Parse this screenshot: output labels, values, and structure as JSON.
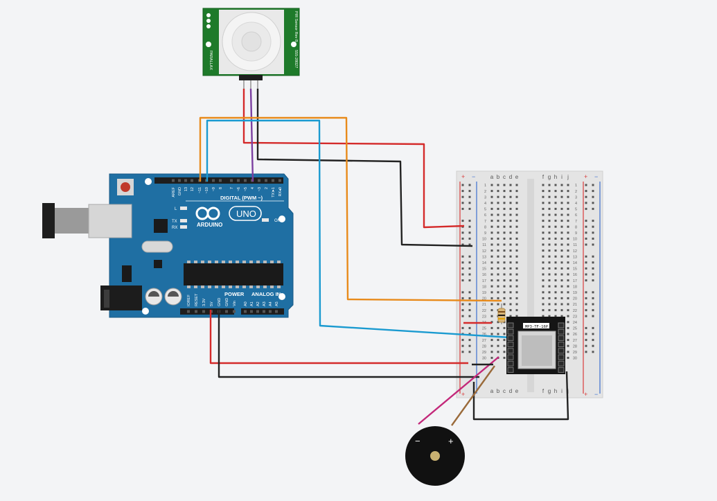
{
  "colors": {
    "background": "#f3f4f6",
    "arduino_board": "#1f6fa3",
    "pir_board": "#1e7a2a",
    "wire_red": "#d42a2a",
    "wire_black": "#222222",
    "wire_orange": "#e88a1a",
    "wire_blue": "#1a9ad0",
    "wire_purple": "#7b3fa0",
    "wire_pink": "#c3287a",
    "wire_brown": "#9a6a3a",
    "rail_red": "#d93b3b",
    "rail_blue": "#3a6fd0"
  },
  "pir_sensor": {
    "brand": "PARALLAX",
    "side_text": "PIR Sensor Rev B",
    "part_number": "555-28027"
  },
  "arduino": {
    "logo_text": "ARDUINO",
    "model": "UNO",
    "digital_header_label": "DIGITAL (PWM ~)",
    "power_label": "POWER",
    "analog_label": "ANALOG IN",
    "on_label": "ON",
    "led_labels": [
      "L",
      "TX",
      "RX"
    ],
    "top_pin_labels": [
      "AREF",
      "GND",
      "13",
      "12",
      "~11",
      "~10",
      "~9",
      "8",
      "7",
      "~6",
      "~5",
      "4",
      "~3",
      "2",
      "TX➤1",
      "RX◂0"
    ],
    "bottom_pin_labels": [
      "IOREF",
      "RESET",
      "3.3V",
      "5V",
      "GND",
      "GND",
      "Vin",
      "A0",
      "A1",
      "A2",
      "A3",
      "A4",
      "A5"
    ]
  },
  "breadboard": {
    "columns_left": [
      "a",
      "b",
      "c",
      "d",
      "e"
    ],
    "columns_right": [
      "f",
      "g",
      "h",
      "i",
      "j"
    ],
    "rows": 30,
    "rail_plus": "+",
    "rail_minus": "−"
  },
  "mp3_module": {
    "label": "MP3-TF-16P"
  },
  "buzzer": {
    "minus": "−",
    "plus": "+"
  }
}
